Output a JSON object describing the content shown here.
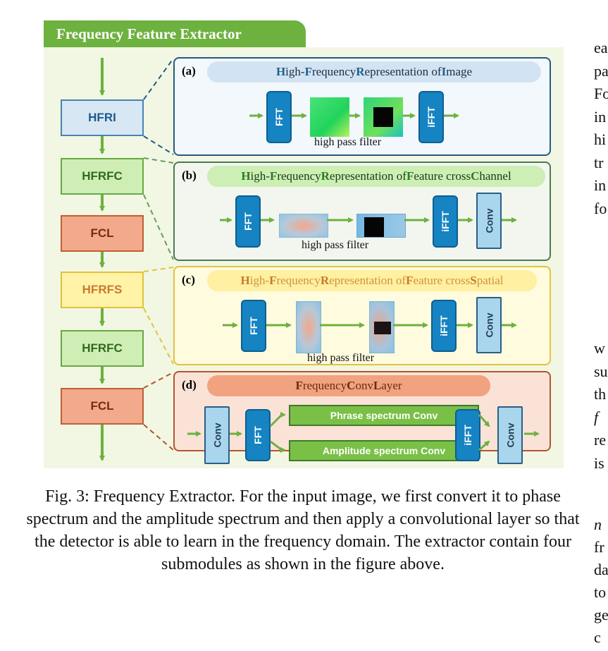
{
  "header": {
    "title": "Frequency Feature Extractor"
  },
  "flow": [
    "HFRI",
    "HFRFC",
    "FCL",
    "HFRFS",
    "HFRFC",
    "FCL"
  ],
  "colors": {
    "blue": "#1683c2",
    "green": "#6db13f",
    "orange_fill": "#f6b99c",
    "yellow_fill": "#fff3a8",
    "light_blue": "#a9d6ec"
  },
  "submodules": {
    "a": {
      "id": "(a)",
      "title": [
        "H",
        "igh-",
        "F",
        "requency ",
        "R",
        "epresentation of ",
        "I",
        "mage"
      ],
      "filter_label": "high pass filter",
      "blocks": {
        "fft": "FFT",
        "ifft": "iFFT"
      }
    },
    "b": {
      "id": "(b)",
      "title": [
        "H",
        "igh-",
        "F",
        "requency ",
        "R",
        "epresentation of ",
        "F",
        "eature cross ",
        "C",
        "hannel"
      ],
      "filter_label": "high pass filter",
      "blocks": {
        "fft": "FFT",
        "ifft": "iFFT",
        "conv": "Conv"
      }
    },
    "c": {
      "id": "(c)",
      "title": [
        "H",
        "igh-",
        "F",
        "requency ",
        "R",
        "epresentation of ",
        "F",
        "eature cross ",
        "S",
        "patial"
      ],
      "filter_label": "high pass filter",
      "blocks": {
        "fft": "FFT",
        "ifft": "iFFT",
        "conv": "Conv"
      }
    },
    "d": {
      "id": "(d)",
      "title": [
        "F",
        "requency ",
        "C",
        "onv ",
        "L",
        "ayer"
      ],
      "blocks": {
        "conv1": "Conv",
        "fft": "FFT",
        "phase": "Phrase spectrum Conv",
        "amplitude": "Amplitude spectrum Conv",
        "ifft": "iFFT",
        "conv2": "Conv"
      }
    }
  },
  "caption": "Fig. 3: Frequency Extractor. For the input image, we first convert it to phase spectrum and the amplitude spectrum and then apply a convolutional layer so that the detector is able to learn in the frequency domain. The extractor contain four submodules as shown in the figure above.",
  "side_text": {
    "top": [
      "ea",
      "pa",
      "Fo",
      "in",
      "hi",
      "tr",
      "in",
      "fo"
    ],
    "middle": [
      "w",
      "su",
      "th",
      "f",
      "re",
      "is"
    ],
    "bottom": [
      "n",
      "fr",
      "da",
      "to",
      "ge",
      "c"
    ]
  }
}
